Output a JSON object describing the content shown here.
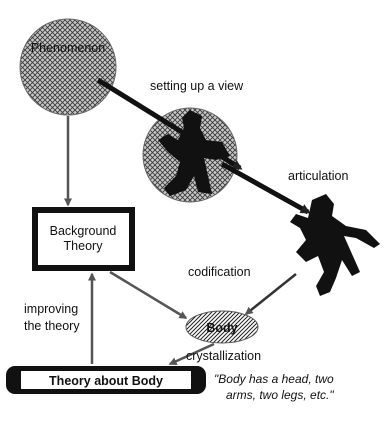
{
  "diagram": {
    "nodes": {
      "phenomenon": "Phenomenon",
      "background_theory_line1": "Background",
      "background_theory_line2": "Theory",
      "body": "Body",
      "theory_about_body": "Theory about Body"
    },
    "edges": {
      "setting_up_a_view": "setting up a view",
      "articulation": "articulation",
      "codification": "codification",
      "improving_line1": "improving",
      "improving_line2": "the theory",
      "crystallization": "crystallization"
    },
    "quote_line1": "\"Body has a head, two",
    "quote_line2": "arms, two legs, etc.\""
  }
}
